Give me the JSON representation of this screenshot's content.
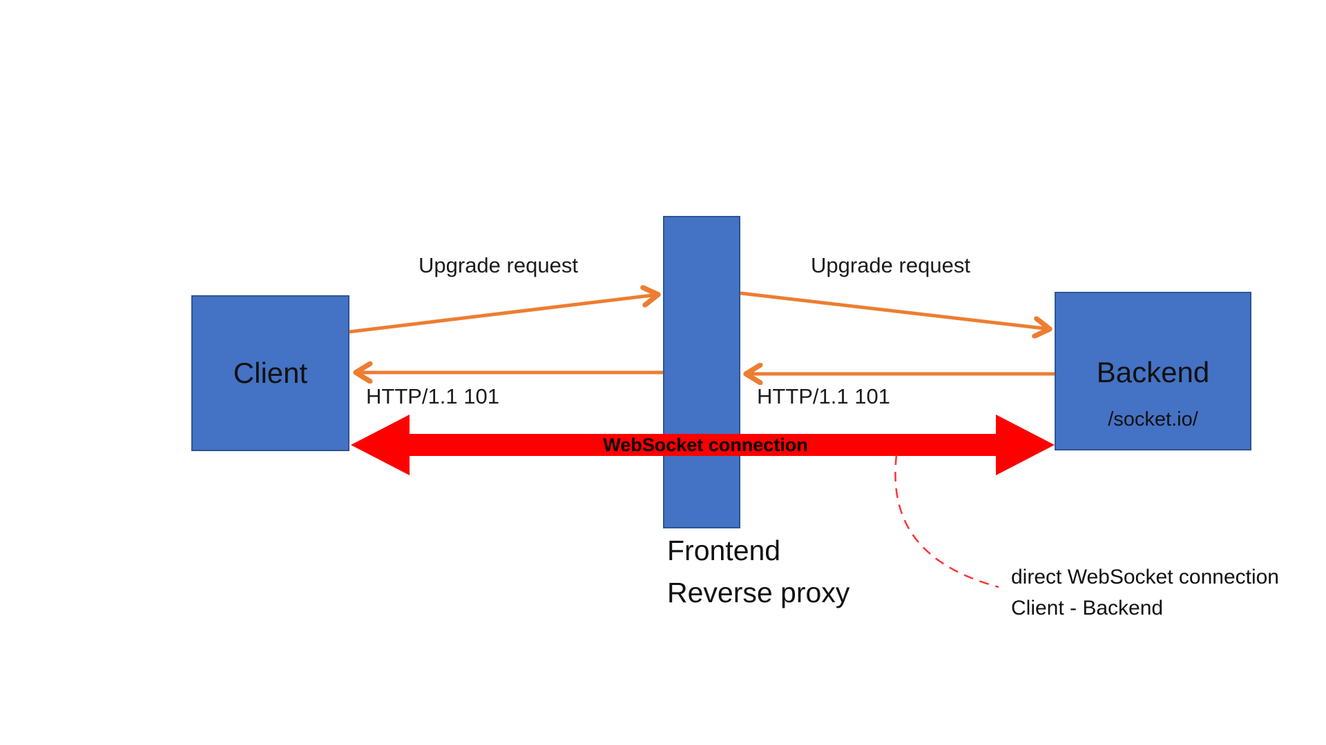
{
  "diagram": {
    "client": {
      "label": "Client"
    },
    "proxy": {
      "caption_line1": "Frontend",
      "caption_line2": "Reverse proxy"
    },
    "backend": {
      "label": "Backend",
      "sublabel": "/socket.io/"
    },
    "labels": {
      "upgrade_left": "Upgrade request",
      "upgrade_right": "Upgrade request",
      "http_left": "HTTP/1.1 101",
      "http_right": "HTTP/1.1 101",
      "websocket": "WebSocket connection",
      "annotation_line1": "direct WebSocket connection",
      "annotation_line2": "Client - Backend"
    },
    "colors": {
      "node_fill": "#4472C4",
      "node_border": "#2E5494",
      "arrow_orange": "#ED7D31",
      "arrow_red": "#FF0000",
      "dashed_red": "#FF3333",
      "text": "#111111"
    }
  }
}
